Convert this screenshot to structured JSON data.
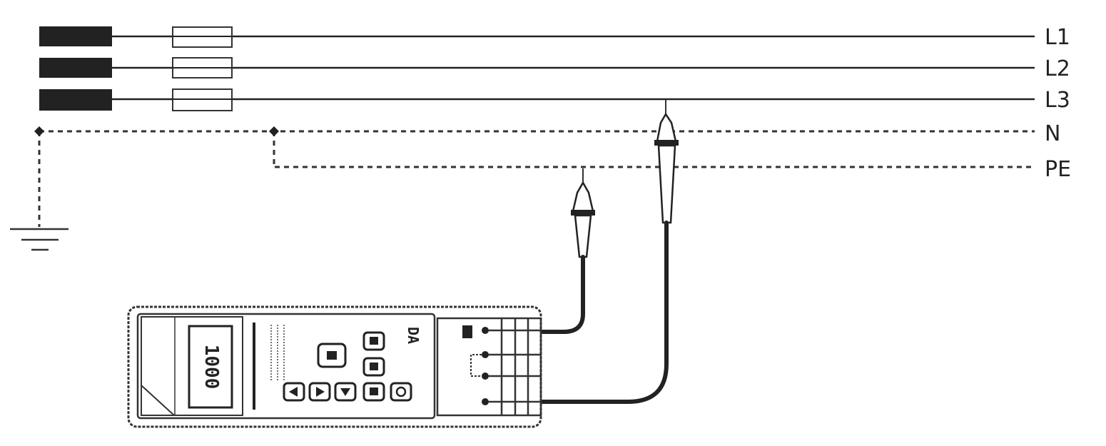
{
  "lines": [
    {
      "id": "l1",
      "label": "L1"
    },
    {
      "id": "l2",
      "label": "L2"
    },
    {
      "id": "l3",
      "label": "L3"
    },
    {
      "id": "n",
      "label": "N"
    },
    {
      "id": "pe",
      "label": "PE"
    }
  ],
  "meter": {
    "display_text": "1000",
    "brand_text": "DA"
  },
  "colors": {
    "ink": "#222222",
    "paper": "#ffffff"
  }
}
